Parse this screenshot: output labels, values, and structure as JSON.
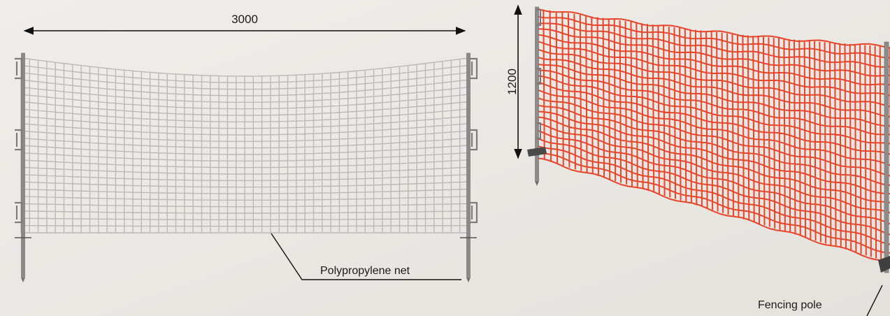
{
  "labels": {
    "width_dimension": "3000",
    "height_dimension": "1200",
    "net_callout": "Polypropylene net",
    "pole_callout": "Fencing pole"
  },
  "colors": {
    "background": "#eceae6",
    "front_net": "#b9b9b9",
    "front_net_frame": "#9a9a9a",
    "perspective_net": "#e8442a",
    "pole": "#7d7d7d",
    "line": "#111111"
  }
}
